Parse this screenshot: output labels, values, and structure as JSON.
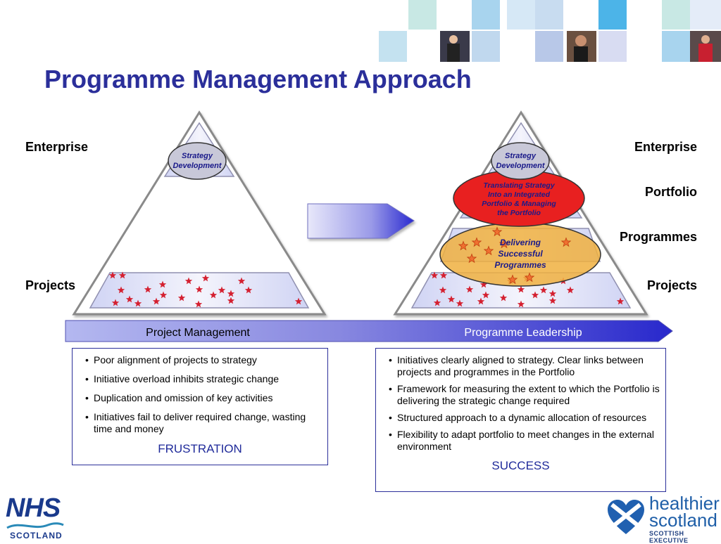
{
  "title": "Programme Management Approach",
  "left": {
    "enterprise": "Enterprise",
    "projects": "Projects",
    "strategy": [
      "Strategy",
      "Development"
    ]
  },
  "right": {
    "enterprise": "Enterprise",
    "portfolio": "Portfolio",
    "programmes": "Programmes",
    "projects": "Projects",
    "strategy": [
      "Strategy",
      "Development"
    ],
    "portfolio_oval": [
      "Translating Strategy",
      "Into an Integrated",
      "Portfolio & Managing",
      "the Portfolio"
    ],
    "programmes_oval": [
      "Delivering",
      "Successful",
      "Programmes"
    ]
  },
  "banner": {
    "left": "Project Management",
    "right": "Programme Leadership"
  },
  "frustration_box": {
    "items": [
      "Poor alignment of projects to strategy",
      "Initiative overload inhibits strategic change",
      "Duplication and omission of key activities",
      "Initiatives fail to deliver required change, wasting time and money"
    ],
    "outcome": "FRUSTRATION"
  },
  "success_box": {
    "items": [
      "Initiatives clearly aligned to strategy. Clear links between projects and programmes in the Portfolio",
      "Framework for measuring the extent to which the Portfolio is delivering the strategic change required",
      "Structured approach to a dynamic allocation of resources",
      "Flexibility to adapt portfolio to meet changes in the external environment"
    ],
    "outcome": "SUCCESS"
  },
  "logos": {
    "nhs": "NHS",
    "nhs_sub": "SCOTLAND",
    "hs_line1": "healthier",
    "hs_line2": "scotland",
    "hs_sub": "SCOTTISH EXECUTIVE"
  },
  "colors": {
    "title": "#2b2f9a",
    "star": "#d42030",
    "portfolio_oval": "#e82020",
    "programmes_oval": "#f0b040",
    "banner": "#3333cc"
  }
}
